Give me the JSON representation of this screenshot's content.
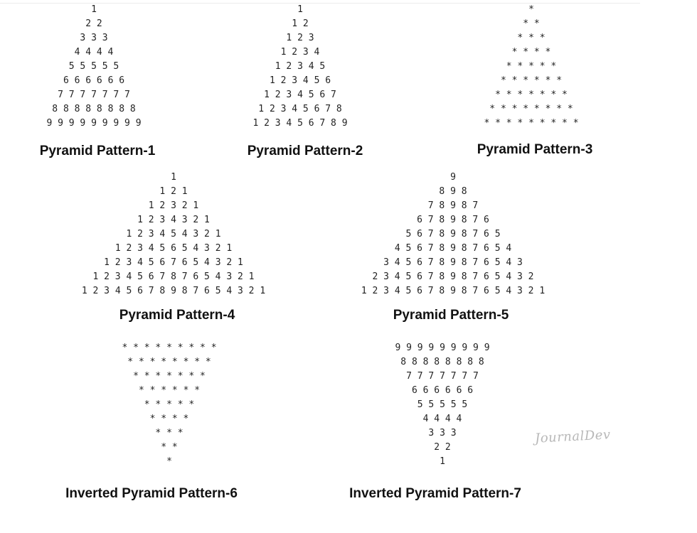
{
  "patterns": [
    {
      "caption": "Pyramid Pattern-1",
      "rows": [
        "1",
        "2 2",
        "3 3 3",
        "4 4 4 4",
        "5 5 5 5 5",
        "6 6 6 6 6 6",
        "7 7 7 7 7 7 7",
        "8 8 8 8 8 8 8 8",
        "9 9 9 9 9 9 9 9 9"
      ]
    },
    {
      "caption": "Pyramid Pattern-2",
      "rows": [
        "1",
        "1 2",
        "1 2 3",
        "1 2 3 4",
        "1 2 3 4 5",
        "1 2 3 4 5 6",
        "1 2 3 4 5 6 7",
        "1 2 3 4 5 6 7 8",
        "1 2 3 4 5 6 7 8 9"
      ]
    },
    {
      "caption": "Pyramid Pattern-3",
      "rows": [
        "*",
        "* *",
        "* * *",
        "* * * *",
        "* * * * *",
        "* * * * * *",
        "* * * * * * *",
        "* * * * * * * *",
        "* * * * * * * * *"
      ]
    },
    {
      "caption": "Pyramid Pattern-4",
      "rows": [
        "1",
        "1 2 1",
        "1 2 3 2 1",
        "1 2 3 4 3 2 1",
        "1 2 3 4 5 4 3 2 1",
        "1 2 3 4 5 6 5 4 3 2 1",
        "1 2 3 4 5 6 7 6 5 4 3 2 1",
        "1 2 3 4 5 6 7 8 7 6 5 4 3 2 1",
        "1 2 3 4 5 6 7 8 9 8 7 6 5 4 3 2 1"
      ]
    },
    {
      "caption": "Pyramid Pattern-5",
      "rows": [
        "9",
        "8 9 8",
        "7 8 9 8 7",
        "6 7 8 9 8 7 6",
        "5 6 7 8 9 8 7 6 5",
        "4 5 6 7 8 9 8 7 6 5 4",
        "3 4 5 6 7 8 9 8 7 6 5 4 3",
        "2 3 4 5 6 7 8 9 8 7 6 5 4 3 2",
        "1 2 3 4 5 6 7 8 9 8 7 6 5 4 3 2 1"
      ]
    },
    {
      "caption": "Inverted Pyramid Pattern-6",
      "rows": [
        "* * * * * * * * *",
        "* * * * * * * *",
        "* * * * * * *",
        "* * * * * *",
        "* * * * *",
        "* * * *",
        "* * *",
        "* *",
        "*"
      ]
    },
    {
      "caption": "Inverted Pyramid Pattern-7",
      "rows": [
        "9 9 9 9 9 9 9 9 9",
        "8 8 8 8 8 8 8 8",
        "7 7 7 7 7 7 7",
        "6 6 6 6 6 6",
        "5 5 5 5 5",
        "4 4 4 4",
        "3 3 3",
        "2 2",
        "1"
      ]
    }
  ],
  "watermark": "JournalDev"
}
